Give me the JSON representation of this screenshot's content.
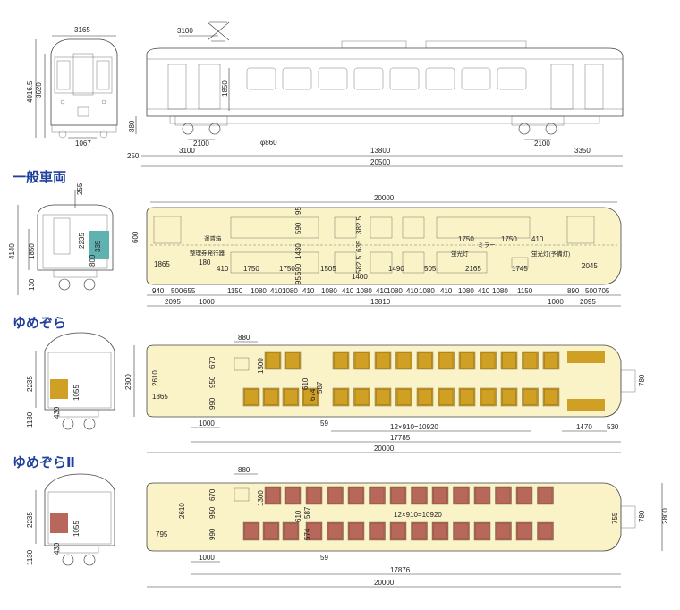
{
  "colors": {
    "floor": "#fbf3c8",
    "teal_seat": "#5fb2b0",
    "ochre_seat": "#cfa024",
    "brown_seat": "#b8685a",
    "heading": "#1e3f9c",
    "lines": "#333333"
  },
  "side_view": {
    "front_width": "3165",
    "pantograph": "3100",
    "height_total": "4016.5",
    "height_roof": "3620",
    "height_window": "1850",
    "floor_height": "880",
    "gauge": "1067",
    "wheel": "φ860",
    "bogie_left": "2100",
    "bogie_right": "2100",
    "overhang_front": "250",
    "front_to_bogie": "3100",
    "bogie_center": "13800",
    "rear_to_bogie": "3350",
    "length_total": "20500"
  },
  "sections": {
    "general": "一般車両",
    "yumezora": "ゆめぞら",
    "yumezora2": "ゆめぞらⅡ"
  },
  "general": {
    "cab_top": "255",
    "height_4140": "4140",
    "h_1850": "1850",
    "h_130": "130",
    "h_2235": "2235",
    "h_800": "800",
    "h_335": "335",
    "length": "20000",
    "w_600": "600",
    "w_1865": "1865",
    "w_180": "180",
    "aisle_1750a": "1750",
    "aisle_1750b": "1750",
    "aisle_1750c": "1750",
    "aisle_1750d": "1750",
    "w_410a": "410",
    "w_410b": "410",
    "w_1505": "1505",
    "w_1490": "1490",
    "w_505": "505",
    "w_2165": "2165",
    "w_1745": "1745",
    "w_2045": "2045",
    "w_95a": "95",
    "w_95b": "95",
    "w_590a": "590",
    "w_590b": "590",
    "w_1430": "1430",
    "w_382": "382.5",
    "w_635": "635",
    "w_582": "582.5",
    "w_1400": "1400",
    "seg_940": "940",
    "seg_500": "500",
    "seg_655": "655",
    "seg_1150": "1150",
    "seg_1080": "1080",
    "seg_410": "410",
    "seg_890": "890",
    "seg_705": "705",
    "end_2095a": "2095",
    "end_1000a": "1000",
    "center_13810": "13810",
    "end_1000b": "1000",
    "end_2095b": "2095",
    "label_uchiwa": "運賃箱",
    "label_ticket": "整理券発行器",
    "label_light1": "蛍光灯",
    "label_light2": "蛍光灯(予備灯)",
    "label_mirror": "ミラー"
  },
  "yumezora": {
    "w_880": "880",
    "h_2235": "2235",
    "h_1130": "1130",
    "h_1055": "1055",
    "h_430": "430",
    "h_2800": "2800",
    "h_2610": "2610",
    "h_1865": "1865",
    "h_670": "670",
    "h_950": "950",
    "h_990": "990",
    "h_1300": "1300",
    "h_610": "610",
    "h_674": "674",
    "h_587": "587",
    "h_59": "59",
    "w_1000": "1000",
    "pitch": "12×910=10920",
    "w_17785": "17785",
    "w_1470": "1470",
    "w_530": "530",
    "h_780": "780",
    "length": "20000"
  },
  "yumezora2": {
    "w_880": "880",
    "h_2235": "2235",
    "h_1130": "1130",
    "h_1055": "1055",
    "h_430": "430",
    "h_1300": "1300",
    "h_670": "670",
    "h_950": "950",
    "h_990": "990",
    "h_2610": "2610",
    "h_795": "795",
    "h_610": "610",
    "h_587": "587",
    "h_574": "574",
    "h_59": "59",
    "pitch": "12×910=10920",
    "w_1000": "1000",
    "w_17876": "17876",
    "h_780": "780",
    "h_755": "755",
    "h_2800": "2800",
    "length": "20000"
  }
}
